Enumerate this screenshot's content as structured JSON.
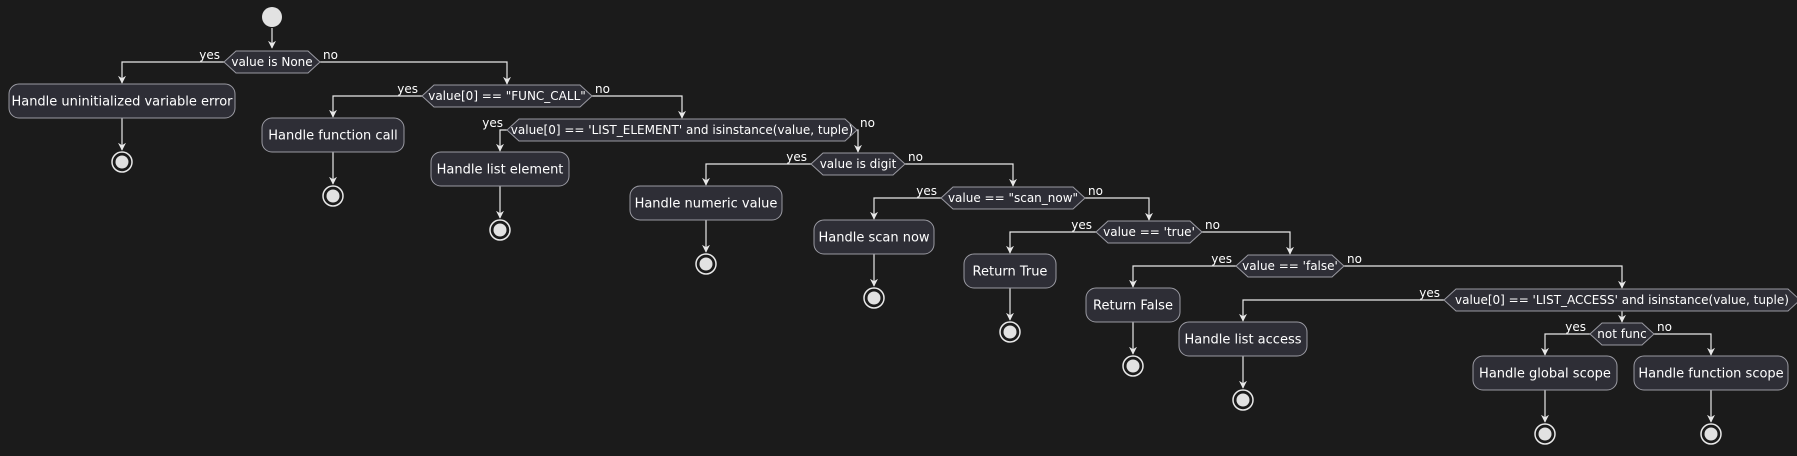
{
  "diagram": {
    "branch_yes": "yes",
    "branch_no": "no",
    "decisions": [
      {
        "condition": "value is None",
        "action": "Handle uninitialized variable error"
      },
      {
        "condition": "value[0] == \"FUNC_CALL\"",
        "action": "Handle function call"
      },
      {
        "condition": "value[0] == 'LIST_ELEMENT' and isinstance(value, tuple)",
        "action": "Handle list element"
      },
      {
        "condition": "value is digit",
        "action": "Handle numeric value"
      },
      {
        "condition": "value == \"scan_now\"",
        "action": "Handle scan now"
      },
      {
        "condition": "value == 'true'",
        "action": "Return True"
      },
      {
        "condition": "value == 'false'",
        "action": "Return False"
      },
      {
        "condition": "value[0] == 'LIST_ACCESS' and isinstance(value, tuple)",
        "action": "Handle list access"
      },
      {
        "condition": "not func",
        "action": "Handle global scope",
        "else_action": "Handle function scope"
      }
    ]
  },
  "colors": {
    "background": "#1b1b1b",
    "line": "#e8e8e8",
    "node_fill": "#2e2e36",
    "node_stroke": "#9a9aa2",
    "text": "#ffffff",
    "start_fill": "#e2e2e2"
  }
}
